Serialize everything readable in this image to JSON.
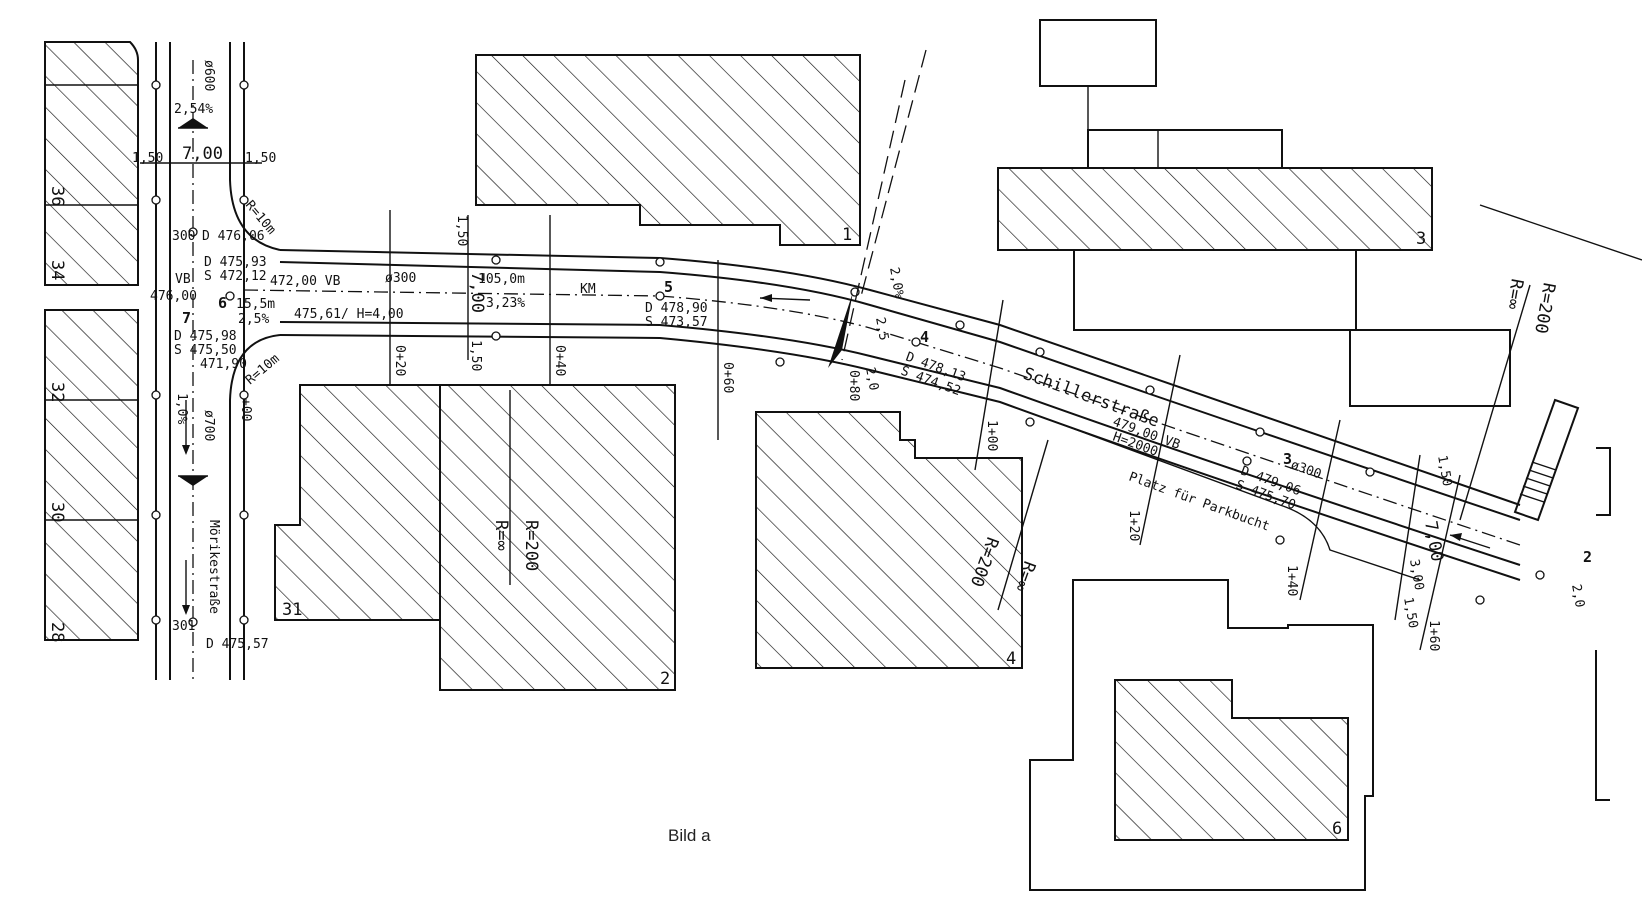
{
  "caption": "Bild a",
  "streets": {
    "moerike": "Mörikestraße",
    "schiller": "Schillerstraße",
    "parking": "Platz für Parkbucht"
  },
  "parcels": {
    "p1": "1",
    "p2": "2",
    "p3": "3",
    "p4": "4",
    "p6": "6",
    "p31": "31",
    "p36": "36",
    "p34": "34",
    "p32": "32",
    "p30": "30",
    "p28": "28"
  },
  "stations": {
    "s020": "0+20",
    "s040": "0+40",
    "s060": "0+60",
    "s080": "0+80",
    "s100": "1+00",
    "s120": "1+20",
    "s140": "1+40",
    "s160": "1+60",
    "s000": "+00"
  },
  "dimensions": {
    "w150a": "1,50",
    "w700": "7,00",
    "w150b": "1,50",
    "w150c": "1,50",
    "w700b": "7,00",
    "w150d": "1,50",
    "w150e": "1,50",
    "w700c": "7,00",
    "w300": "3,00",
    "w150f": "1,50",
    "len105": "105,0m",
    "len155": "15,5m"
  },
  "radii": {
    "r10a": "R=10m",
    "r10b": "R=10m",
    "r200a": "R=200",
    "rinfa": "R=∞",
    "r200b": "R=200",
    "rinfb": "R=∞",
    "r200c": "R=200",
    "rinfc": "R=∞"
  },
  "slopes": {
    "g254": "2,54%",
    "g10": "1,0%",
    "g25": "2,5%",
    "g323": "3,23%",
    "g20a": "2,0%",
    "g25b": "2,5",
    "g20b": "2,0",
    "g20c": "2,0"
  },
  "pipes": {
    "d600": "ø600",
    "d700": "ø700",
    "d300a": "ø300",
    "d300b": "ø300"
  },
  "shafts": {
    "n300": "300",
    "n301": "301",
    "n7": "7",
    "n6": "6",
    "n5": "5",
    "n4": "4",
    "n3": "3",
    "n2": "2",
    "vb": "VB",
    "km": "KM",
    "d47606": "D 476,06",
    "d47593": "D 475,93",
    "s47212": "S 472,12",
    "vb47200": "472,00 VB",
    "h47600": "476,00",
    "d47598": "D 475,98",
    "s47550": "S 475,50",
    "l47190": "471,90",
    "h47561": "475,61/ H=4,00",
    "d47890": "D 478,90",
    "s47357": "S 473,57",
    "d47813": "D 478,13",
    "s47452": "S 474,52",
    "vb47900": "479,00 VB",
    "h2000": "H=2000",
    "d47906": "D 479,06",
    "s47570": "S 475,70",
    "d47557": "D 475,57"
  }
}
